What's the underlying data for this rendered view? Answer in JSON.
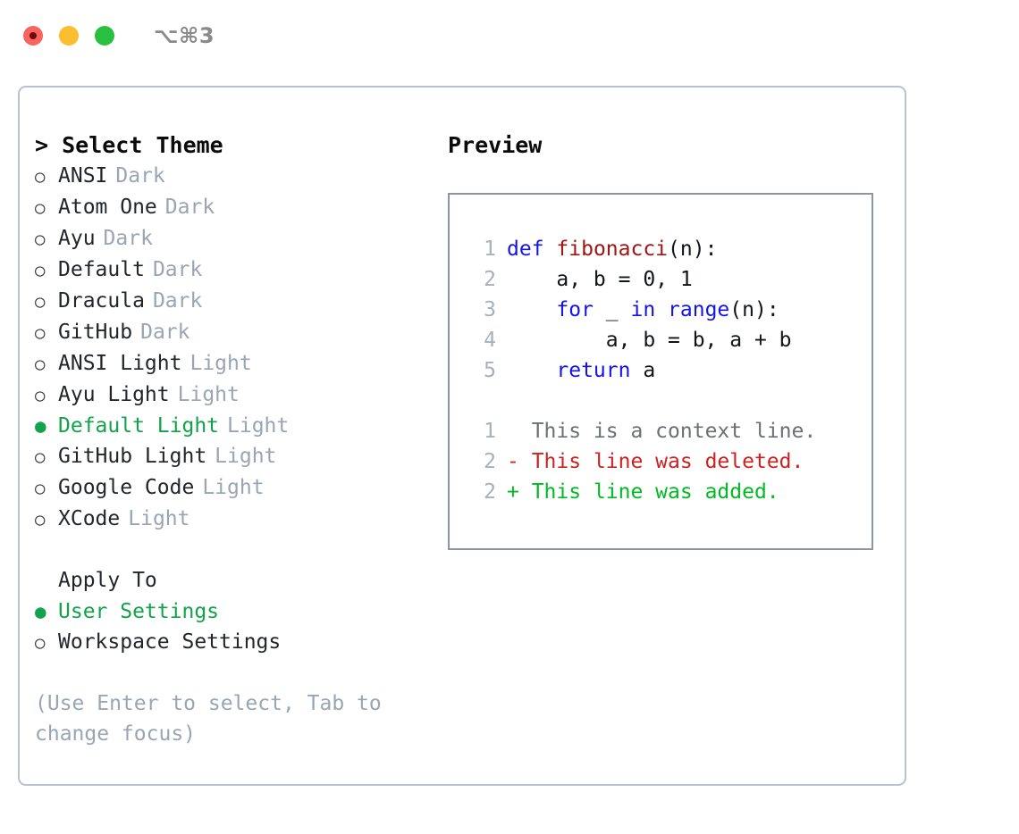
{
  "titlebar": {
    "shortcut": "⌥⌘3",
    "lights": [
      "close-recording",
      "minimize",
      "maximize"
    ]
  },
  "theme_picker": {
    "title": "> Select Theme",
    "prompt": ">",
    "marker_selected": "●",
    "marker_unselected": "○",
    "options": [
      {
        "name": "ANSI",
        "variant": "Dark",
        "selected": false
      },
      {
        "name": "Atom One",
        "variant": "Dark",
        "selected": false
      },
      {
        "name": "Ayu",
        "variant": "Dark",
        "selected": false
      },
      {
        "name": "Default",
        "variant": "Dark",
        "selected": false
      },
      {
        "name": "Dracula",
        "variant": "Dark",
        "selected": false
      },
      {
        "name": "GitHub",
        "variant": "Dark",
        "selected": false
      },
      {
        "name": "ANSI Light",
        "variant": "Light",
        "selected": false
      },
      {
        "name": "Ayu Light",
        "variant": "Light",
        "selected": false
      },
      {
        "name": "Default Light",
        "variant": "Light",
        "selected": true
      },
      {
        "name": "GitHub Light",
        "variant": "Light",
        "selected": false
      },
      {
        "name": "Google Code",
        "variant": "Light",
        "selected": false
      },
      {
        "name": "XCode",
        "variant": "Light",
        "selected": false
      }
    ]
  },
  "apply_to": {
    "heading": "Apply To",
    "options": [
      {
        "label": "User Settings",
        "selected": true
      },
      {
        "label": "Workspace Settings",
        "selected": false
      }
    ]
  },
  "hint": "(Use Enter to select, Tab to change focus)",
  "preview": {
    "title": "Preview",
    "code_lines": [
      {
        "num": "1",
        "tokens": [
          {
            "t": "def",
            "c": "kw"
          },
          {
            "t": " ",
            "c": "plain"
          },
          {
            "t": "fibonacci",
            "c": "fn"
          },
          {
            "t": "(n):",
            "c": "plain"
          }
        ]
      },
      {
        "num": "2",
        "tokens": [
          {
            "t": "    a, b = 0, 1",
            "c": "plain"
          }
        ]
      },
      {
        "num": "3",
        "tokens": [
          {
            "t": "    ",
            "c": "plain"
          },
          {
            "t": "for",
            "c": "kw"
          },
          {
            "t": " _ ",
            "c": "plain"
          },
          {
            "t": "in",
            "c": "kw"
          },
          {
            "t": " ",
            "c": "plain"
          },
          {
            "t": "range",
            "c": "kw"
          },
          {
            "t": "(n):",
            "c": "plain"
          }
        ]
      },
      {
        "num": "4",
        "tokens": [
          {
            "t": "        a, b = b, a + b",
            "c": "plain"
          }
        ]
      },
      {
        "num": "5",
        "tokens": [
          {
            "t": "    ",
            "c": "plain"
          },
          {
            "t": "return",
            "c": "kw"
          },
          {
            "t": " a",
            "c": "plain"
          }
        ]
      }
    ],
    "diff_lines": [
      {
        "num": "1",
        "marker": " ",
        "text": " This is a context line.",
        "kind": "ctx"
      },
      {
        "num": "2",
        "marker": "-",
        "text": " This line was deleted.",
        "kind": "del"
      },
      {
        "num": "2",
        "marker": "+",
        "text": " This line was added.",
        "kind": "add"
      }
    ]
  },
  "colors": {
    "accent_green": "#12a34a",
    "muted": "#9aa5b4",
    "keyword_blue": "#1414e6",
    "function_red": "#a01515",
    "diff_deleted": "#cc2222",
    "diff_added": "#00bb22",
    "panel_border": "#b9c2ce",
    "preview_border": "#8b96a5"
  }
}
